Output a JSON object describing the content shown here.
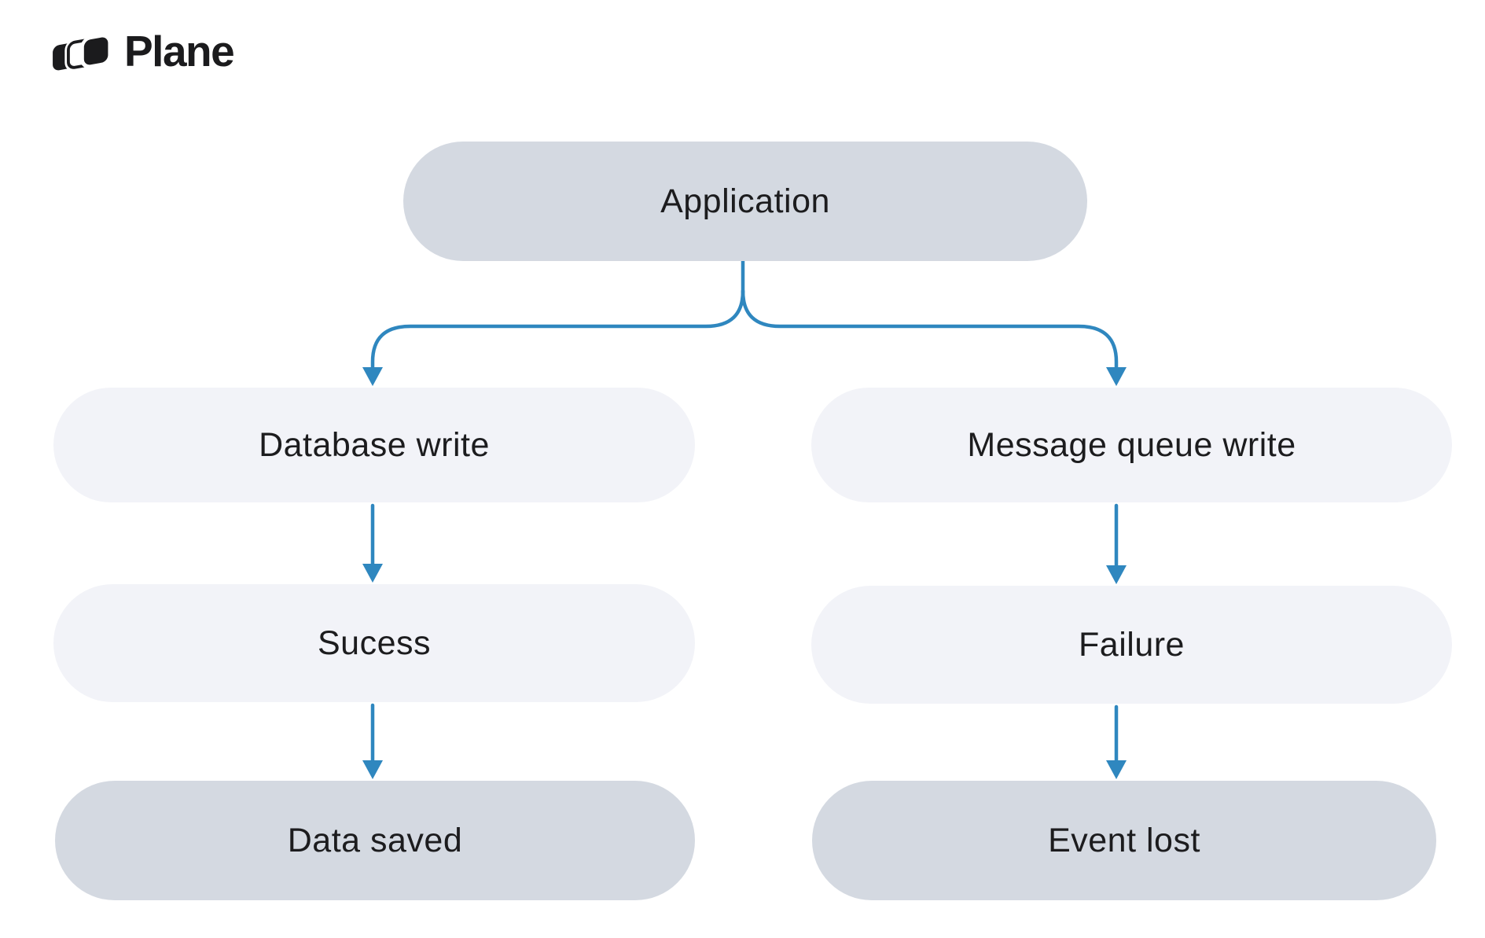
{
  "brand": {
    "logo_text": "Plane"
  },
  "colors": {
    "background": "#ffffff",
    "arrow": "#2f87bf",
    "node_dark": "#d4d9e1",
    "node_light": "#f2f3f8",
    "node_text": "#1c1c1e",
    "logo": "#1b1b1d"
  },
  "diagram": {
    "type": "flowchart",
    "direction": "top-down",
    "nodes": [
      {
        "id": "application",
        "label": "Application",
        "style": "dark"
      },
      {
        "id": "database-write",
        "label": "Database write",
        "style": "light"
      },
      {
        "id": "message-queue-write",
        "label": "Message queue write",
        "style": "light"
      },
      {
        "id": "sucess",
        "label": "Sucess",
        "style": "light"
      },
      {
        "id": "failure",
        "label": "Failure",
        "style": "light"
      },
      {
        "id": "data-saved",
        "label": "Data saved",
        "style": "dark"
      },
      {
        "id": "event-lost",
        "label": "Event lost",
        "style": "dark"
      }
    ],
    "edges": [
      {
        "from": "application",
        "to": "database-write"
      },
      {
        "from": "application",
        "to": "message-queue-write"
      },
      {
        "from": "database-write",
        "to": "sucess"
      },
      {
        "from": "sucess",
        "to": "data-saved"
      },
      {
        "from": "message-queue-write",
        "to": "failure"
      },
      {
        "from": "failure",
        "to": "event-lost"
      }
    ]
  }
}
